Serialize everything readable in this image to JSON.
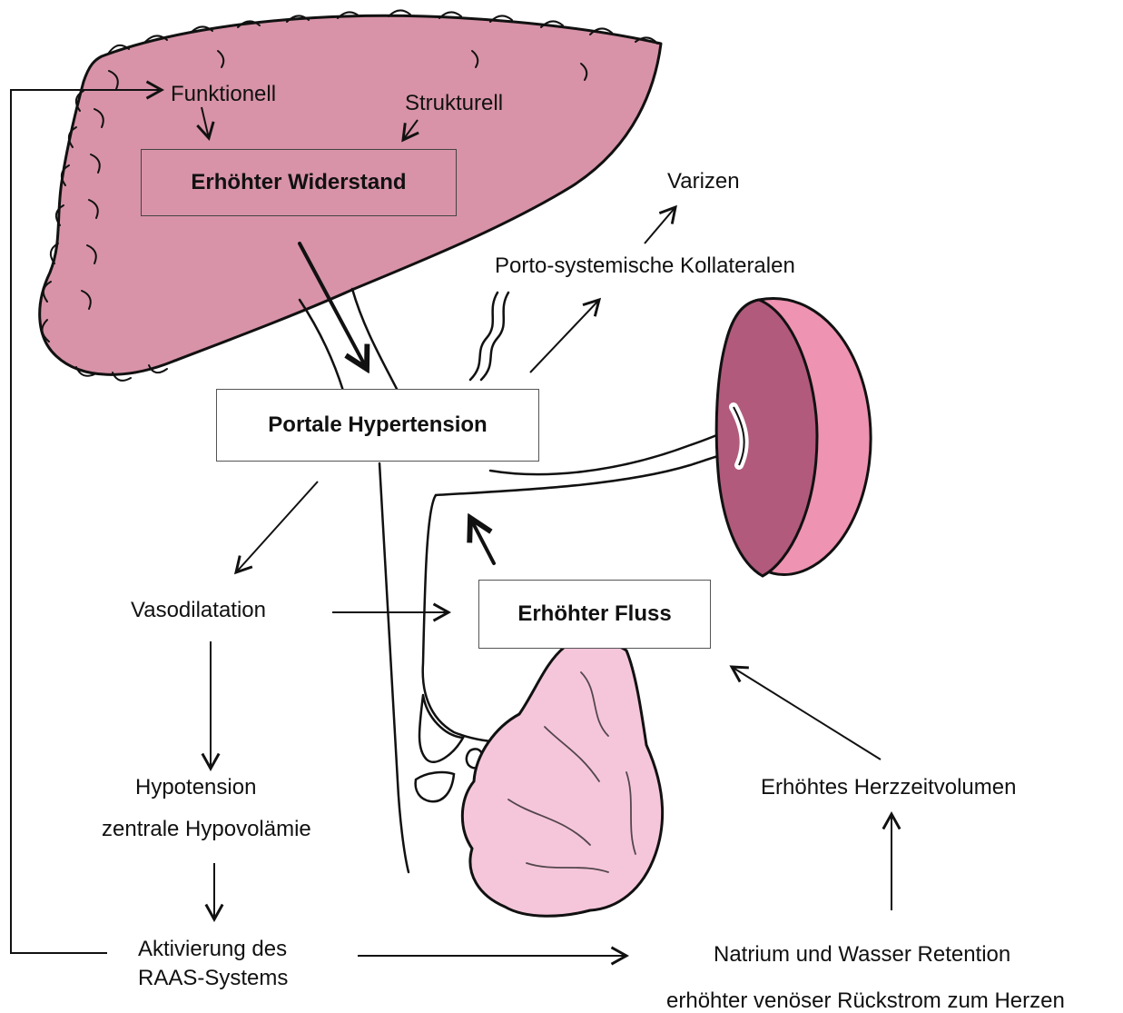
{
  "colors": {
    "liver_fill": "#d893a8",
    "spleen_outer": "#ee93b1",
    "spleen_inner": "#b15a7c",
    "intestine_fill": "#f5c6da",
    "line": "#111111"
  },
  "boxes": {
    "resistance": "Erhöhter Widerstand",
    "portal_hypertension": "Portale Hypertension",
    "flow": "Erhöhter Fluss"
  },
  "labels": {
    "functional": "Funktionell",
    "structural": "Strukturell",
    "varices": "Varizen",
    "collaterals": "Porto-systemische Kollateralen",
    "vasodilatation": "Vasodilatation",
    "hypotension": "Hypotension",
    "hypovolemia": "zentrale Hypovolämie",
    "raas_line1": "Aktivierung des",
    "raas_line2": "RAAS-Systems",
    "retention": "Natrium und Wasser Retention",
    "venous_return": "erhöhter venöser Rückstrom zum Herzen",
    "cardiac_output": "Erhöhtes Herzzeitvolumen"
  },
  "icons": [
    "liver-illustration",
    "spleen-illustration",
    "intestine-illustration",
    "portal-vein-illustration"
  ]
}
